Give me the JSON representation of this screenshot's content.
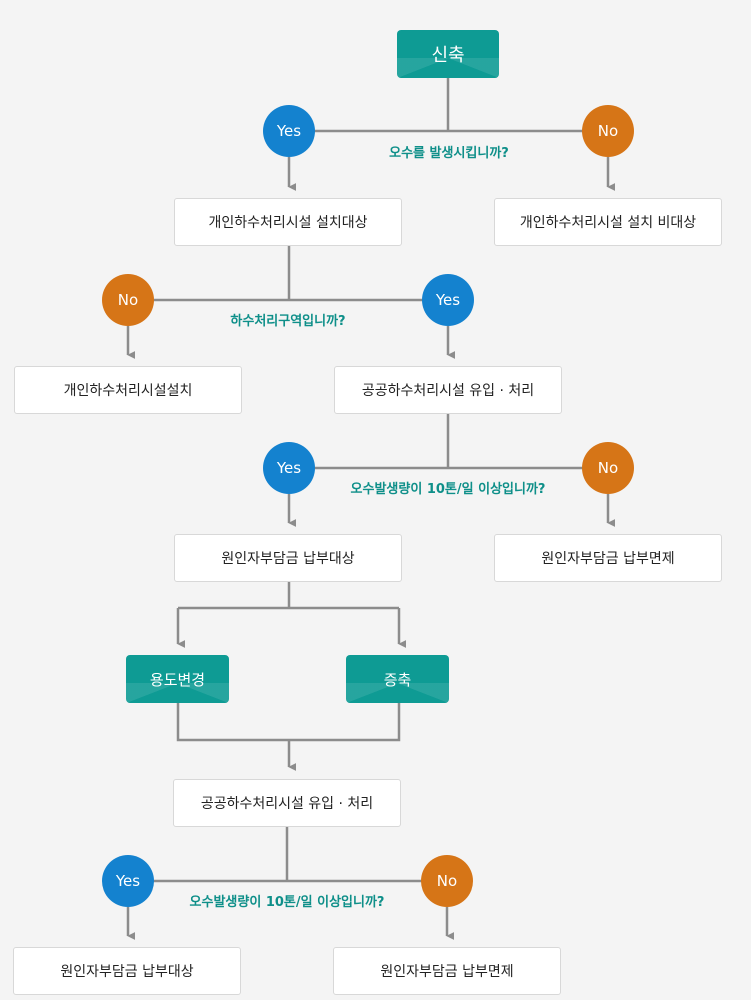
{
  "colors": {
    "teal": "#0e9b94",
    "yes": "#1482cf",
    "no": "#d67517",
    "line": "#8c8c8c",
    "question_text": "#0e8f89"
  },
  "start": "신축",
  "q1": {
    "question": "오수를 발생시킵니까?",
    "yes": "Yes",
    "no": "No",
    "yes_result": "개인하수처리시설 설치대상",
    "no_result": "개인하수처리시설 설치 비대상"
  },
  "q2": {
    "question": "하수처리구역입니까?",
    "yes": "Yes",
    "no": "No",
    "no_result": "개인하수처리시설설치",
    "yes_result": "공공하수처리시설 유입 · 처리"
  },
  "q3": {
    "question": "오수발생량이 10톤/일 이상입니까?",
    "yes": "Yes",
    "no": "No",
    "yes_result": "원인자부담금 납부대상",
    "no_result": "원인자부담금 납부면제"
  },
  "branches": {
    "change_use": "용도변경",
    "extension": "증축"
  },
  "merge_result": "공공하수처리시설 유입 · 처리",
  "q4": {
    "question": "오수발생량이 10톤/일 이상입니까?",
    "yes": "Yes",
    "no": "No",
    "yes_result": "원인자부담금 납부대상",
    "no_result": "원인자부담금 납부면제"
  }
}
